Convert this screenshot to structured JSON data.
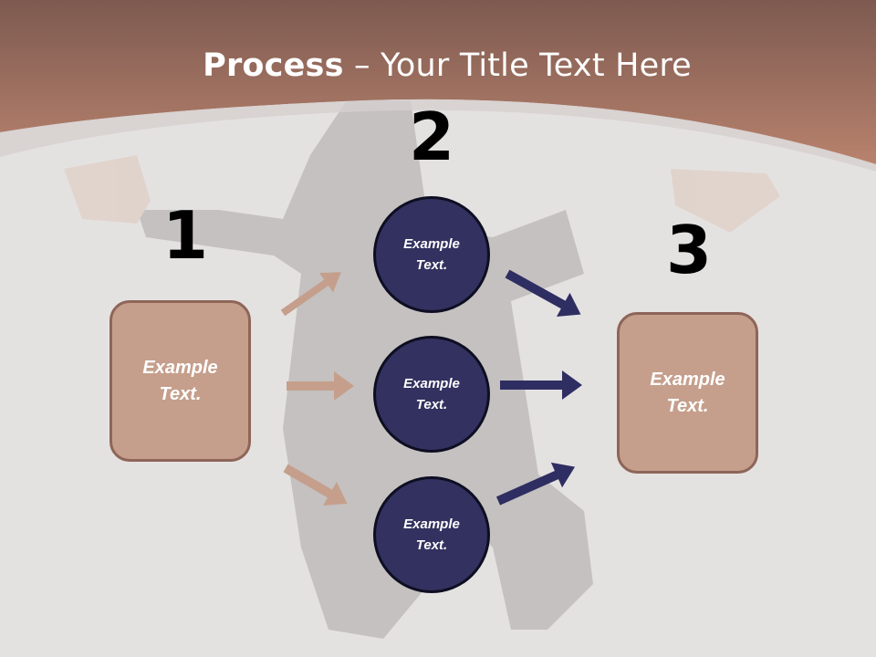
{
  "title": {
    "bold": "Process",
    "rest": " – Your Title Text Here"
  },
  "steps": {
    "n1": "1",
    "n2": "2",
    "n3": "3"
  },
  "left_box": "Example\nText.",
  "right_box": "Example\nText.",
  "circles": [
    "Example\nText.",
    "Example\nText.",
    "Example\nText."
  ],
  "colors": {
    "header": "#a87561",
    "box": "#c59f8c",
    "circle": "#32315f",
    "arrow_left": "#c59f8c",
    "arrow_right": "#2f2e62"
  }
}
